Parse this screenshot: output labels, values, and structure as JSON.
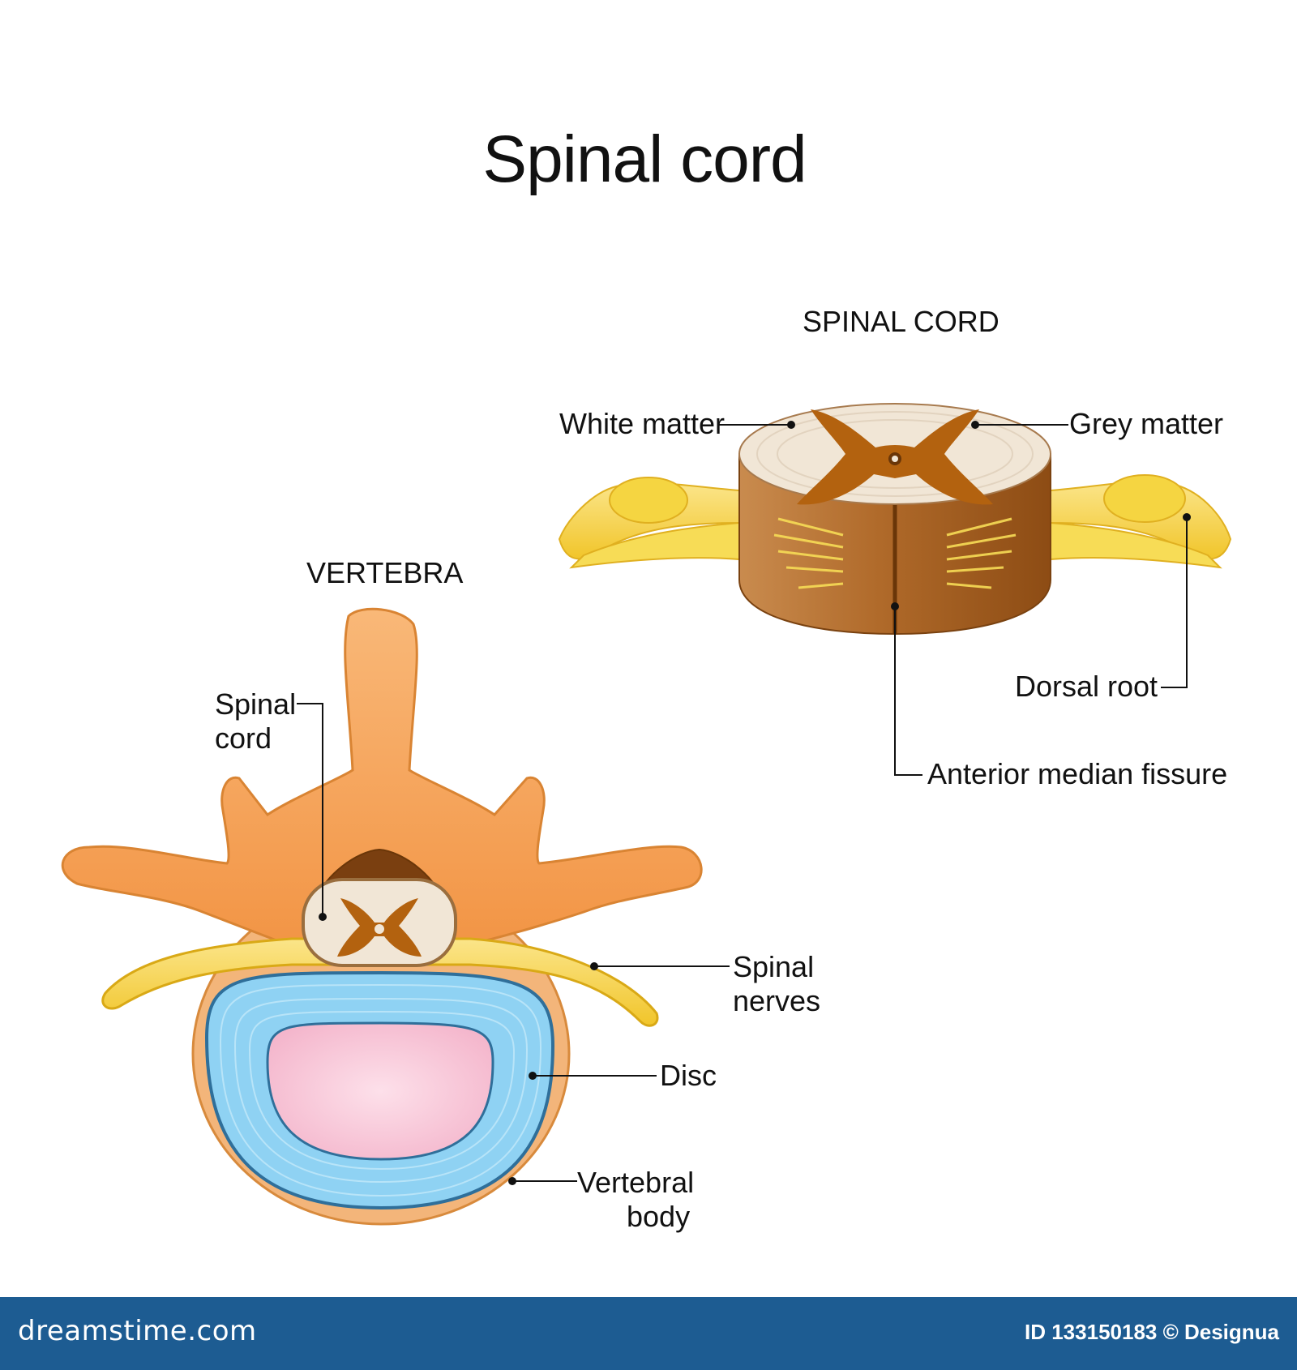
{
  "title": "Spinal cord",
  "spinal_cord_view": {
    "heading": "SPINAL CORD",
    "labels": {
      "white_matter": "White matter",
      "grey_matter": "Grey matter",
      "dorsal_root": "Dorsal root",
      "anterior_median_fissure": "Anterior median fissure"
    }
  },
  "vertebra_view": {
    "heading": "VERTEBRA",
    "labels": {
      "spinal_cord_1": "Spinal",
      "spinal_cord_2": "cord",
      "spinal_nerves_1": "Spinal",
      "spinal_nerves_2": "nerves",
      "disc": "Disc",
      "vertebral_body_1": "Vertebral",
      "vertebral_body_2": "body"
    }
  },
  "footer": {
    "brand": "dreamstime.com",
    "credit": "ID 133150183 © Designua"
  },
  "colors": {
    "bone": "#f6a65e",
    "bone_dark": "#e98b3a",
    "grey_matter": "#b3620f",
    "white_matter": "#efe4d4",
    "nerve": "#f6d23a",
    "disc_ring": "#7fcaf0",
    "nucleus": "#f7c4d6",
    "footer_bg": "#1d5c92"
  }
}
